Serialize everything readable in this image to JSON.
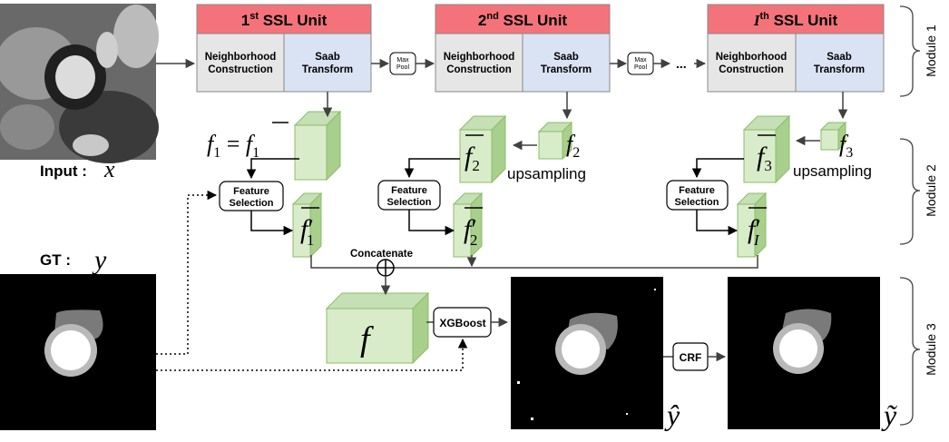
{
  "input": {
    "label": "Input :",
    "var": "x"
  },
  "ground_truth": {
    "label": "GT :",
    "var": "y"
  },
  "units": [
    {
      "title_num": "1",
      "title_sup": "st",
      "title_rest": " SSL Unit",
      "left": "Neighborhood Construction",
      "right": "Saab Transform"
    },
    {
      "title_num": "2",
      "title_sup": "nd",
      "title_rest": " SSL Unit",
      "left": "Neighborhood Construction",
      "right": "Saab Transform"
    },
    {
      "title_num": "I",
      "title_sup": "th",
      "title_rest": " SSL Unit",
      "left": "Neighborhood Construction",
      "right": "Saab Transform"
    }
  ],
  "maxpool": [
    "Max Pool",
    "Max Pool"
  ],
  "ellipsis": "...",
  "features": {
    "f1_eq": "f₁ = f̄₁",
    "f2": "f₂",
    "f3": "f₃",
    "f2_bar": "f̄₂",
    "f3_bar": "f̄₃",
    "f1_sel": "f̄′₁",
    "f2_sel": "f̄′₂",
    "fI_sel": "f̄′I",
    "f": "f"
  },
  "upsampling": [
    "upsampling",
    "upsampling"
  ],
  "feature_selection": "Feature Selection",
  "concatenate": "Concatenate",
  "xgboost": "XGBoost",
  "crf": "CRF",
  "outputs": {
    "y_hat": "ŷ",
    "y_tilde": "ỹ"
  },
  "modules": [
    "Module 1",
    "Module 2",
    "Module 3"
  ],
  "colors": {
    "unit_header": "#f4737b",
    "neighborhood": "#e6e6e6",
    "saab": "#dae3f3",
    "cube_front": "#d9ecc9",
    "cube_side": "#a9cf8c",
    "cube_top": "#c5e0b4",
    "cube_edge": "#8bbd6a"
  }
}
